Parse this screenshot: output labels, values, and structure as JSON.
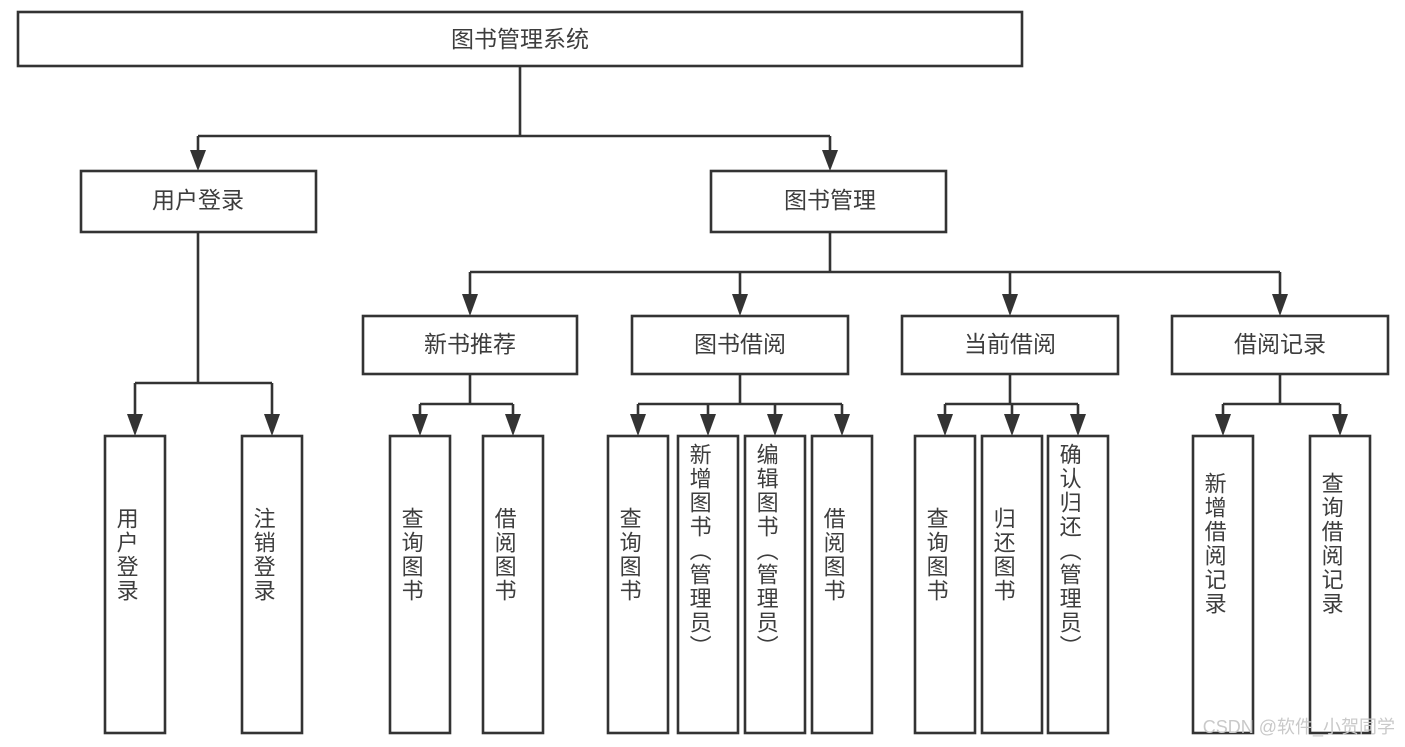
{
  "diagram": {
    "title": "图书管理系统",
    "type": "tree-hierarchy-diagram",
    "colors": {
      "stroke": "#333333",
      "box_fill": "#ffffff",
      "text": "#3d3d3d",
      "background": "#ffffff",
      "watermark": "#c9c9c9"
    },
    "root": {
      "label": "图书管理系统"
    },
    "level2": [
      {
        "label": "用户登录"
      },
      {
        "label": "图书管理"
      }
    ],
    "level3": [
      {
        "label": "新书推荐"
      },
      {
        "label": "图书借阅"
      },
      {
        "label": "当前借阅"
      },
      {
        "label": "借阅记录"
      }
    ],
    "leaves": {
      "user_login": [
        {
          "label": "用户登录"
        },
        {
          "label": "注销登录"
        }
      ],
      "new_book_recommend": [
        {
          "label": "查询图书"
        },
        {
          "label": "借阅图书"
        }
      ],
      "book_borrow": [
        {
          "label": "查询图书"
        },
        {
          "label": "新增图书（管理员）"
        },
        {
          "label": "编辑图书（管理员）"
        },
        {
          "label": "借阅图书"
        }
      ],
      "current_borrow": [
        {
          "label": "查询图书"
        },
        {
          "label": "归还图书"
        },
        {
          "label": "确认归还（管理员）"
        }
      ],
      "borrow_record": [
        {
          "label": "新增借阅记录"
        },
        {
          "label": "查询借阅记录"
        }
      ]
    }
  },
  "watermark": {
    "text": "CSDN @软件_小贺同学"
  }
}
